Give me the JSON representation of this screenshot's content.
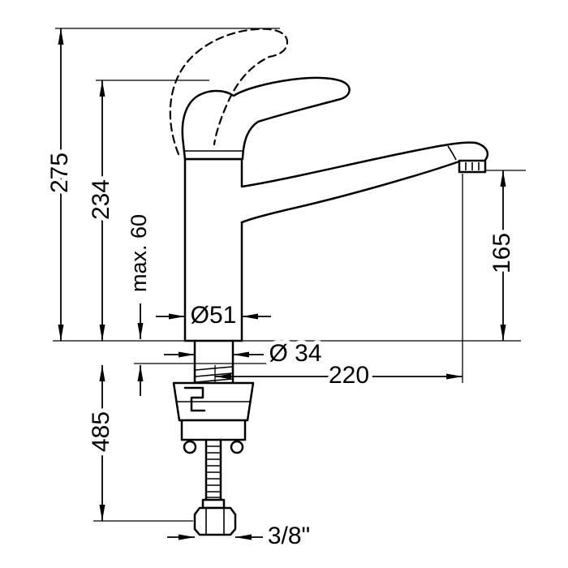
{
  "drawing": {
    "subject": "single-lever kitchen faucet dimensional drawing",
    "background_color": "#ffffff",
    "line_color": "#000000",
    "labels": {
      "overall_height": "275",
      "handle_height": "234",
      "max_counter_thickness": "max. 60",
      "below_counter_length": "485",
      "outlet_height": "165",
      "body_diameter": "Ø51",
      "shank_diameter": "Ø 34",
      "spout_reach": "220",
      "connection_size": "3/8\""
    }
  }
}
